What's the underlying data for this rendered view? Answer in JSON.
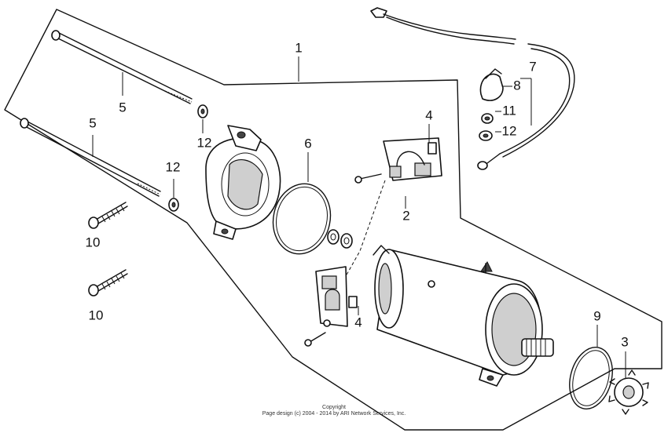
{
  "callouts": {
    "c1": "1",
    "c2": "2",
    "c3": "3",
    "c4a": "4",
    "c4b": "4",
    "c5a": "5",
    "c5b": "5",
    "c6": "6",
    "c7": "7",
    "c8": "8",
    "c9": "9",
    "c10a": "10",
    "c10b": "10",
    "c11": "11",
    "c12a": "12",
    "c12b": "12",
    "c12c": "12"
  },
  "footer": {
    "line1": "Copyright",
    "line2": "Page design (c) 2004 - 2014 by ARI Network Services, Inc."
  }
}
